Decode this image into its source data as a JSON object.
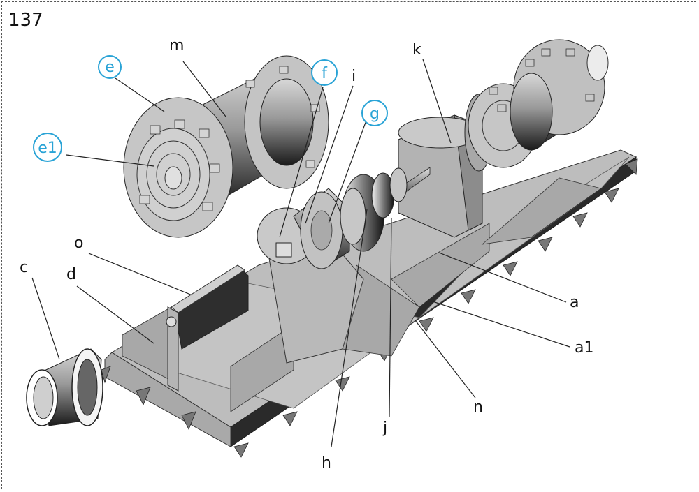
{
  "figure_number": "137",
  "labels": {
    "m": "m",
    "e": "e",
    "e1": "e1",
    "f": "f",
    "i": "i",
    "g": "g",
    "k": "k",
    "o": "o",
    "c": "c",
    "d": "d",
    "a": "a",
    "a1": "a1",
    "n": "n",
    "j": "j",
    "h": "h"
  },
  "colors": {
    "highlight_label": "#29a3d6",
    "plain_label": "#111111",
    "leader_line": "#222222",
    "base_top": "#b9b9b9",
    "base_side": "#2a2a2a",
    "part_face": "#bdbdbd",
    "part_dark": "#3a3a3a"
  }
}
